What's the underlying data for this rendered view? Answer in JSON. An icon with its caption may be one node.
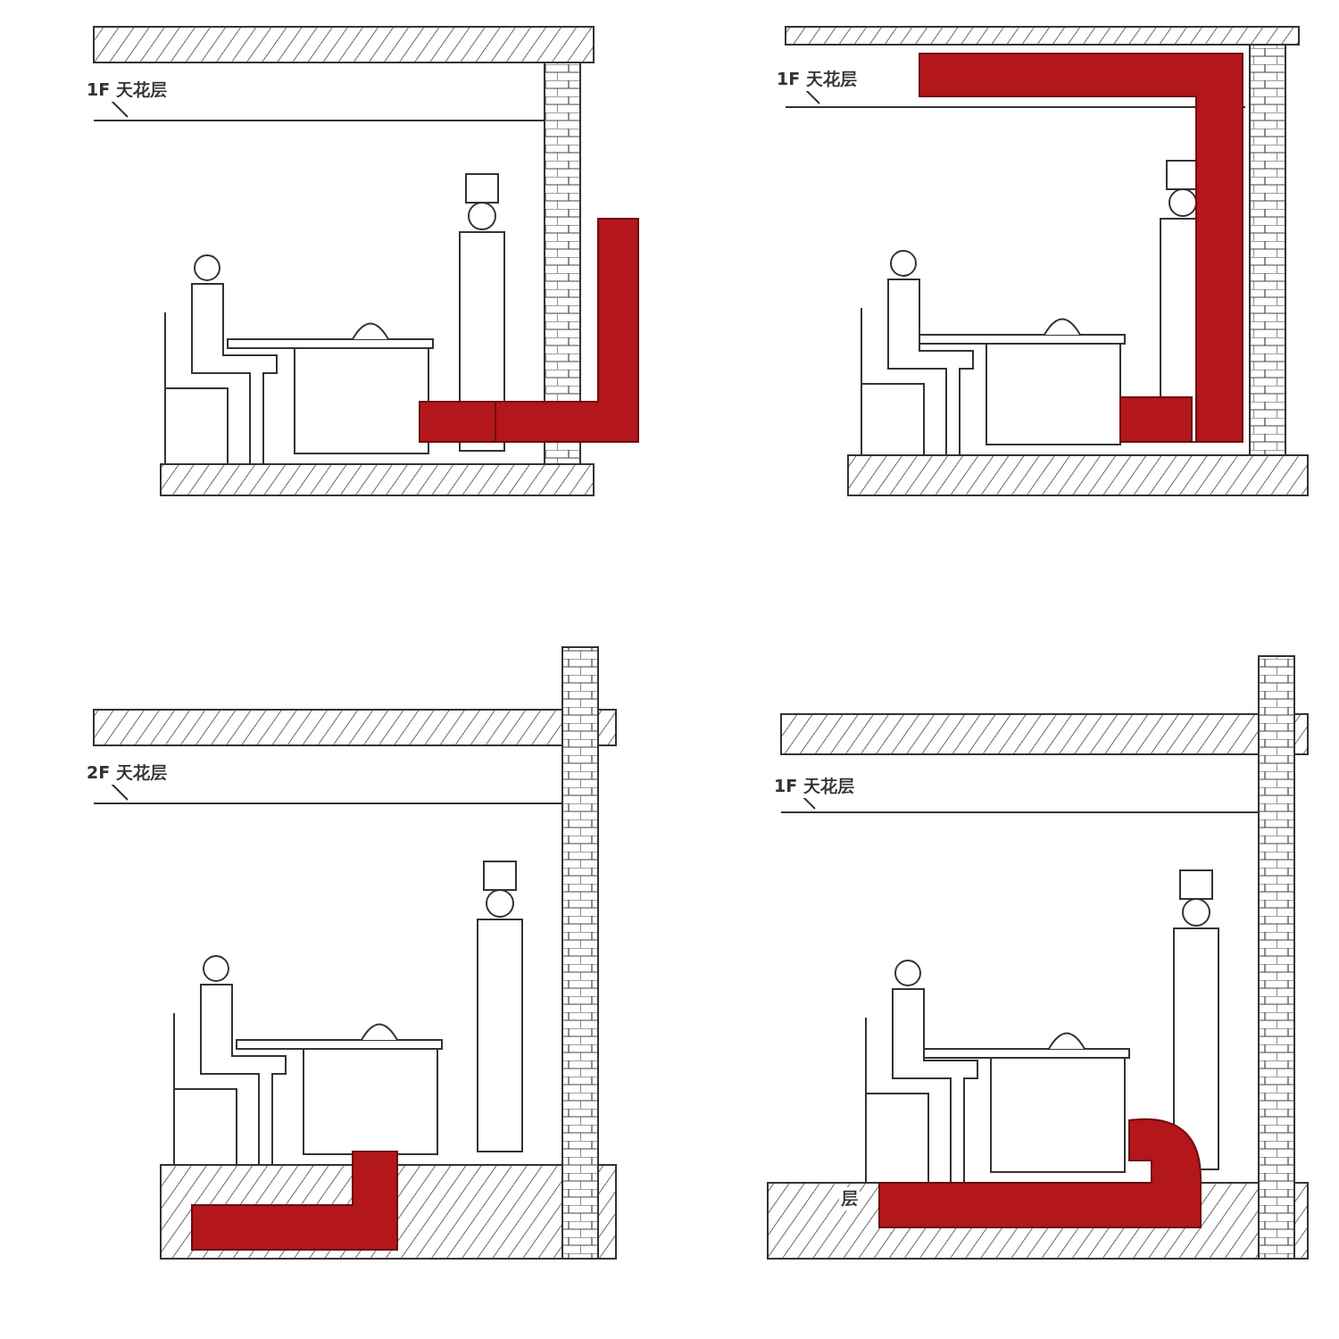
{
  "diagram": {
    "labels": [
      "1F 天花层",
      "1F 天花层",
      "2F 天花层",
      "1F 天花层",
      "层"
    ]
  }
}
